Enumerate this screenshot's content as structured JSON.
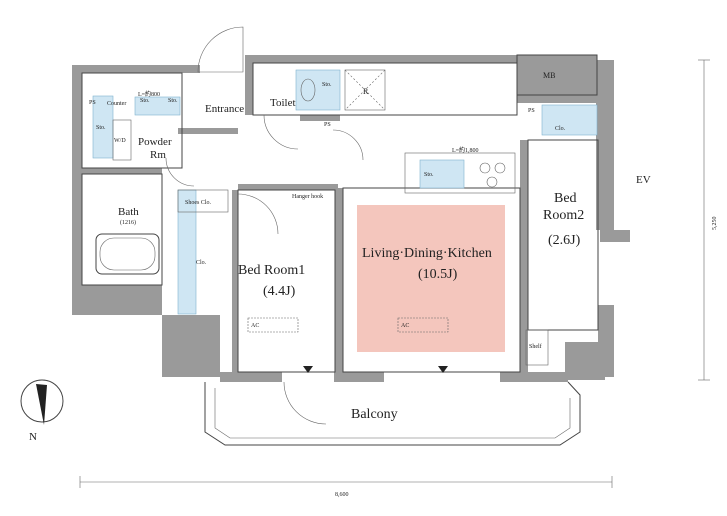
{
  "labels": {
    "entrance": "Entrance",
    "toilet": "Toilet",
    "mb": "MB",
    "powder_rm_line1": "Powder",
    "powder_rm_line2": "Rm",
    "bath": "Bath",
    "bath_size": "(1216)",
    "shoes_closet": "Shoes Clo.",
    "hanger_hook": "Hanger hook",
    "closet_left": "Clo.",
    "closet_right": "Clo.",
    "bedroom1_name": "Bed Room1",
    "bedroom1_size": "(4.4J)",
    "ldk_name": "Living·Dining·Kitchen",
    "ldk_size": "(10.5J)",
    "bedroom2_line1": "Bed",
    "bedroom2_line2": "Room2",
    "bedroom2_size": "(2.6J)",
    "shelf": "Shelf",
    "balcony": "Balcony",
    "ev": "EV",
    "ps_left": "PS",
    "ps_toilet": "PS",
    "ps_right": "PS",
    "counter": "Counter",
    "sto_1": "Sto.",
    "sto_2": "Sto.",
    "sto_3": "Sto.",
    "sto_toilet": "Sto.",
    "sto_kitchen": "Sto.",
    "wd": "W/D",
    "l_vanity": "L=約800",
    "l_kitchen": "L=約1,800",
    "r_mark": "R",
    "ac_1": "AC",
    "ac_2": "AC",
    "north": "N"
  },
  "dimensions": {
    "width": "8,600",
    "depth": "5,250"
  },
  "colors": {
    "ldk_highlight": "#f4c6bd",
    "wall": "#9a9a9a",
    "fixture_blue": "#cfe6f3",
    "line": "#444444"
  }
}
